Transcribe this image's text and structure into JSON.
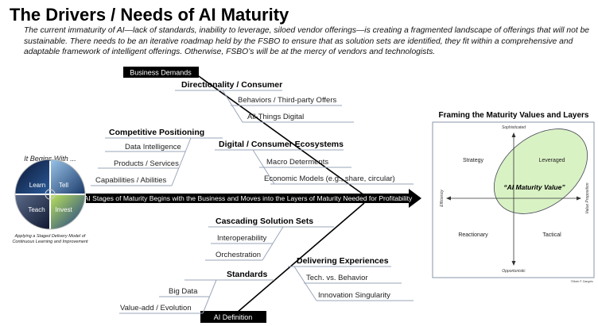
{
  "title": "The Drivers / Needs of AI Maturity",
  "intro": "The current immaturity of AI—lack of standards, inability to leverage, siloed vendor offerings—is creating a fragmented landscape of offerings that will not be sustainable.  There needs to be an iterative roadmap held by the FSBO to ensure that as solution sets are identified, they fit within a comprehensive and adaptable framework of intelligent offerings.  Otherwise, FSBO’s will be at the mercy of vendors and technologists.",
  "fishbone": {
    "top_box": "Business Demands",
    "bottom_box": "AI Definition",
    "spine": "AI Stages of Maturity Begins with the Business and Moves into the Layers of Maturity Needed for Profitability",
    "branches": [
      {
        "heading": "Directionality / Consumer",
        "items": [
          "Behaviors / Third-party Offers",
          "All-Things Digital"
        ]
      },
      {
        "heading": "Competitive Positioning",
        "items": [
          "Data Intelligence",
          "Products / Services",
          "Capabilities / Abilities"
        ]
      },
      {
        "heading": "Digital / Consumer Ecosystems",
        "items": [
          "Macro Determents",
          "Economic Models (e.g., share, circular)"
        ]
      },
      {
        "heading": "Cascading Solution Sets",
        "items": [
          "Interoperability",
          "Orchestration"
        ]
      },
      {
        "heading": "Delivering Experiences",
        "items": [
          "Tech. vs. Behavior",
          "Innovation Singularity"
        ]
      },
      {
        "heading": "Standards",
        "items": [
          "Big Data",
          "Value-add / Evolution"
        ]
      }
    ]
  },
  "cycle": {
    "heading": "It Begins With ...",
    "quadrants": [
      "Learn",
      "Tell",
      "Teach",
      "Invest"
    ],
    "caption": [
      "Applying a Staged Delivery Model of",
      "Continuous Learning and Improvement"
    ]
  },
  "matrix": {
    "title": "Framing the Maturity Values and Layers",
    "top": "Sophisticated",
    "bottom": "Opportunistic",
    "left": "Efficiency",
    "right": "Value Proposition",
    "quadrants": [
      "Strategy",
      "Leveraged",
      "Reactionary",
      "Tactical"
    ],
    "ellipse_label": "“AI Maturity Value”",
    "ellipse_color": "#d9f2c4",
    "credit": "©Mark P. Dangelo"
  }
}
